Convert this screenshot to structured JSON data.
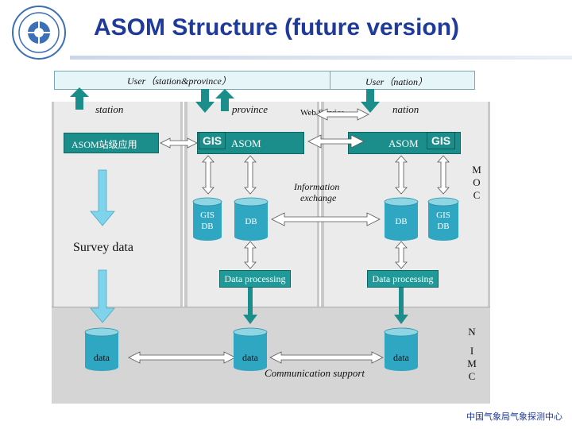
{
  "title": "ASOM Structure (future version)",
  "users": {
    "left": "User（station&province）",
    "right": "User（nation）"
  },
  "levels": {
    "station": "station",
    "province": "province",
    "nation": "nation"
  },
  "web_service": "Web Service",
  "station_app": "ASOM站级应用",
  "province_asom": "ASOM",
  "nation_asom": "ASOM",
  "gis_label": "GIS",
  "moc": [
    "M",
    "O",
    "C"
  ],
  "nimc": [
    "N",
    "I",
    "M",
    "C"
  ],
  "info_exchange": [
    "Information",
    "exchange"
  ],
  "survey_data": "Survey data",
  "data_processing": "Data processing",
  "communication_support": "Communication support",
  "databases": {
    "gis_db": [
      "GIS",
      "DB"
    ],
    "db": "DB",
    "data": "data"
  },
  "footer": "中国气象局气象探测中心",
  "colors": {
    "title": "#1f3a9a",
    "teal": "#1b8e8c",
    "cyl_top": "#8fd6e4",
    "cyl_body": "#2fa7c2"
  }
}
